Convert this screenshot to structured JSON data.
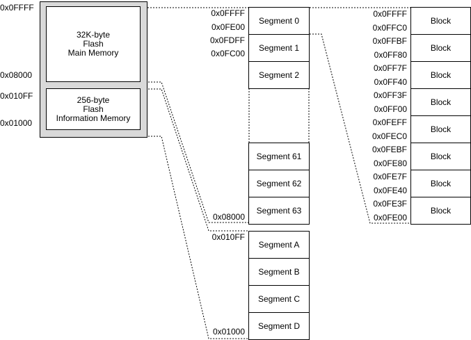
{
  "memory_block": {
    "main": {
      "line1": "32K-byte",
      "line2": "Flash",
      "line3": "Main Memory"
    },
    "info": {
      "line1": "256-byte",
      "line2": "Flash",
      "line3": "Information Memory"
    },
    "addresses": {
      "top": "0x0FFFF",
      "main_bottom": "0x08000",
      "info_top": "0x010FF",
      "info_bottom": "0x01000"
    }
  },
  "segments": {
    "main": [
      {
        "label": "Segment 0"
      },
      {
        "label": "Segment 1"
      },
      {
        "label": "Segment 2"
      },
      {
        "label": "Segment 61"
      },
      {
        "label": "Segment 62"
      },
      {
        "label": "Segment 63"
      }
    ],
    "info": [
      {
        "label": "Segment A"
      },
      {
        "label": "Segment B"
      },
      {
        "label": "Segment C"
      },
      {
        "label": "Segment D"
      }
    ],
    "addresses": [
      "0x0FFFF",
      "0x0FE00",
      "0x0FDFF",
      "0x0FC00",
      "0x08000",
      "0x010FF",
      "0x01000"
    ]
  },
  "blocks": {
    "labels": [
      "Block",
      "Block",
      "Block",
      "Block",
      "Block",
      "Block",
      "Block",
      "Block"
    ],
    "addresses": [
      "0x0FFFF",
      "0x0FFC0",
      "0x0FFBF",
      "0x0FF80",
      "0x0FF7F",
      "0x0FF40",
      "0x0FF3F",
      "0x0FF00",
      "0x0FEFF",
      "0x0FEC0",
      "0x0FEBF",
      "0x0FE80",
      "0x0FE7F",
      "0x0FE40",
      "0x0FE3F",
      "0x0FE00"
    ]
  },
  "colors": {
    "outer_fill": "#d9d9d9",
    "line": "#000000"
  }
}
